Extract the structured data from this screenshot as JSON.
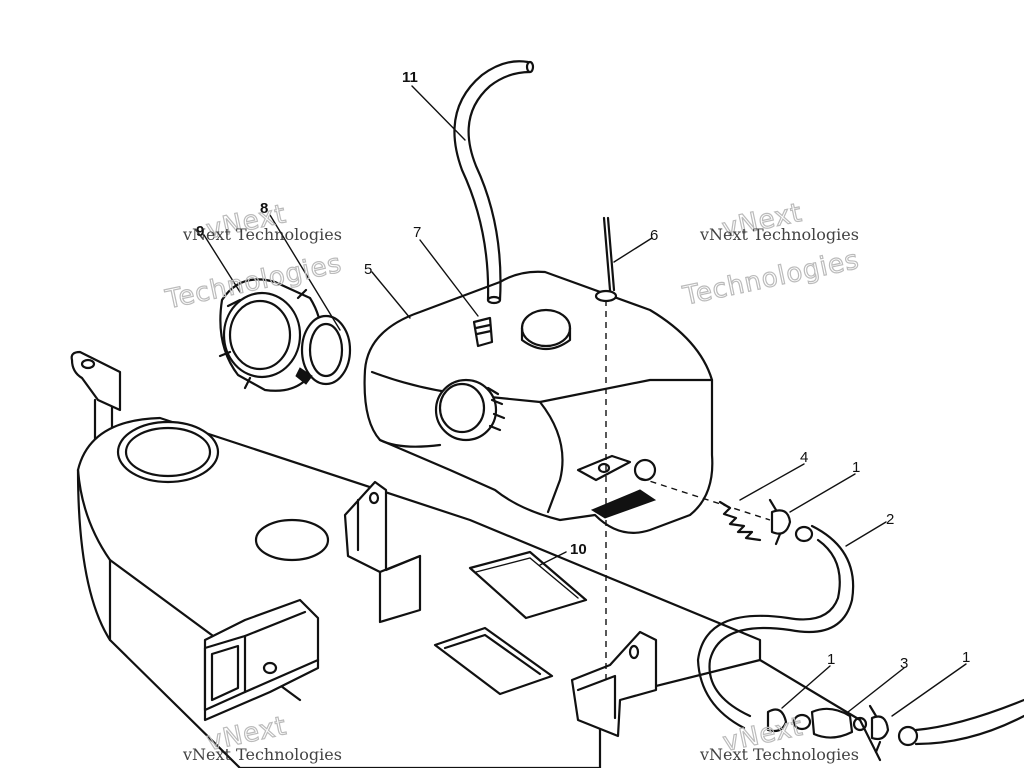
{
  "labels": {
    "p1a": "1",
    "p1b": "1",
    "p1c": "1",
    "p2": "2",
    "p3": "3",
    "p4": "4",
    "p5": "5",
    "p6": "6",
    "p7": "7",
    "p8": "8",
    "p9": "9",
    "p10": "10",
    "p11": "11"
  },
  "watermarks": {
    "line1": "vNext Technologies",
    "line2": "Technologies",
    "line3": "vNext"
  }
}
